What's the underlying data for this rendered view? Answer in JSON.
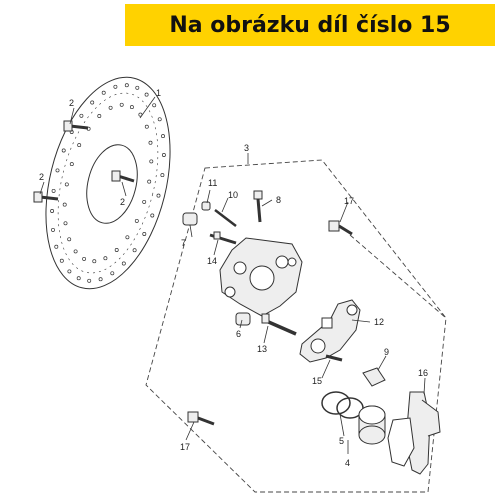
{
  "banner": {
    "text": "Na obrázku díl číslo 15",
    "background": "#ffd200"
  },
  "callouts": {
    "c1": "1",
    "c2a": "2",
    "c2b": "2",
    "c2c": "2",
    "c3": "3",
    "c4": "4",
    "c5": "5",
    "c6": "6",
    "c7": "7",
    "c8": "8",
    "c9": "9",
    "c10": "10",
    "c11": "11",
    "c12": "12",
    "c13": "13",
    "c14": "14",
    "c15": "15",
    "c16": "16",
    "c17a": "17",
    "c17b": "17"
  }
}
